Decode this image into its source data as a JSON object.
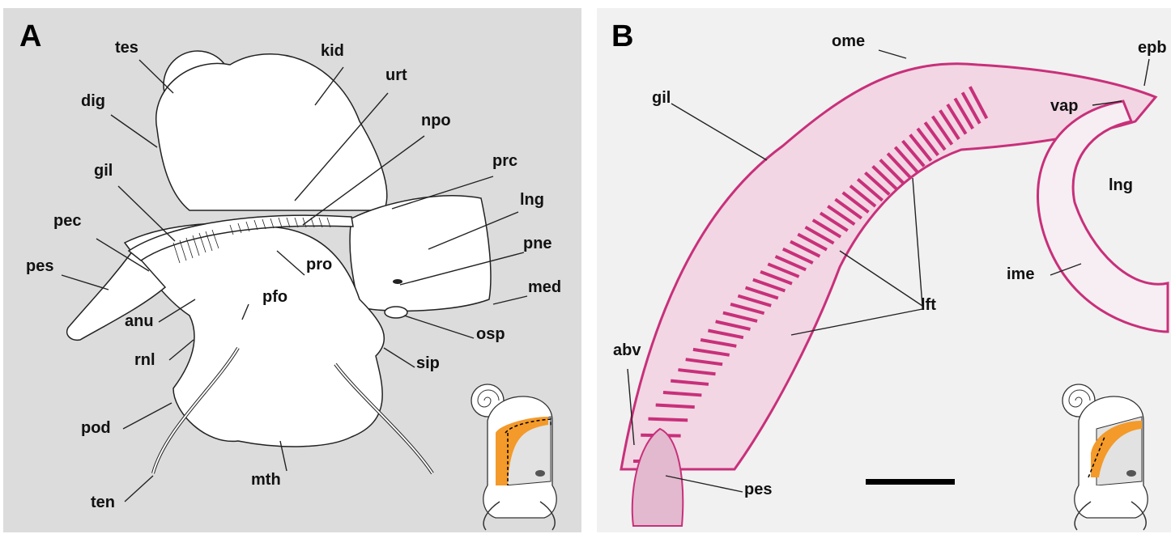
{
  "panel_a": {
    "letter": "A",
    "labels": {
      "tes": "tes",
      "kid": "kid",
      "urt": "urt",
      "dig": "dig",
      "npo": "npo",
      "prc": "prc",
      "gil": "gil",
      "lng": "lng",
      "pec": "pec",
      "pne": "pne",
      "pes": "pes",
      "pro": "pro",
      "med": "med",
      "pfo": "pfo",
      "anu": "anu",
      "osp": "osp",
      "rnl": "rnl",
      "sip": "sip",
      "pod": "pod",
      "mth": "mth",
      "ten": "ten"
    }
  },
  "panel_b": {
    "letter": "B",
    "labels": {
      "ome": "ome",
      "epb": "epb",
      "gil": "gil",
      "vap": "vap",
      "lng": "lng",
      "ime": "ime",
      "lft": "lft",
      "abv": "abv",
      "pes": "pes"
    }
  },
  "colors": {
    "panel_a_bg": "#dcdcdc",
    "panel_b_bg": "#f1f1f1",
    "stain": "#c8307a",
    "inset_highlight": "#f39a2a"
  }
}
